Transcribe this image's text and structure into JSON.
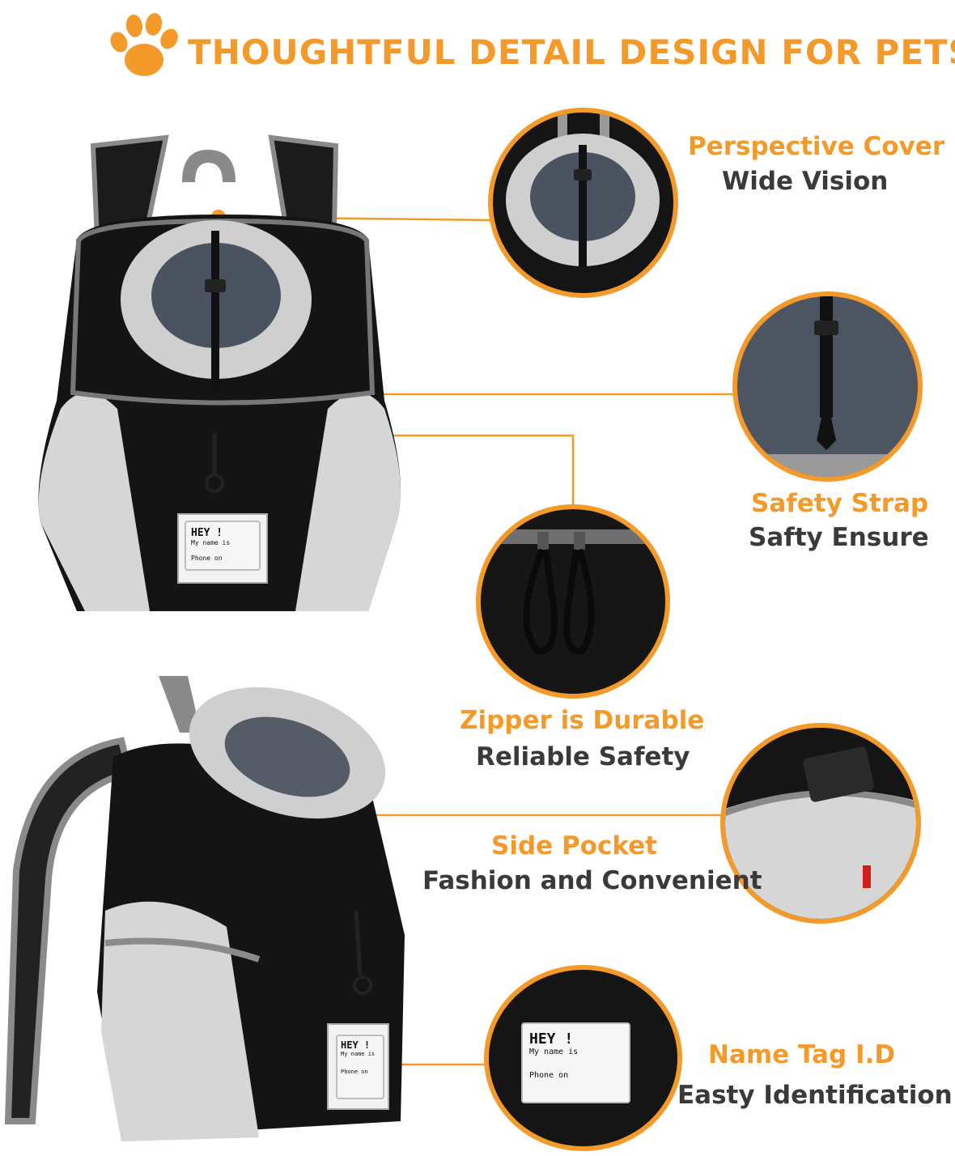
{
  "header": {
    "title": "THOUGHTFUL DETAIL DESIGN FOR PETS",
    "accent_color": "#f39a2b",
    "icon": "paw-icon"
  },
  "features": [
    {
      "title": "Perspective Cover",
      "subtitle": "Wide Vision"
    },
    {
      "title": "Safety Strap",
      "subtitle": "Safty Ensure"
    },
    {
      "title": "Zipper is Durable",
      "subtitle": "Reliable Safety"
    },
    {
      "title": "Side Pocket",
      "subtitle": "Fashion and Convenient"
    },
    {
      "title": "Name Tag I.D",
      "subtitle": "Easty Identification"
    }
  ],
  "name_tag": {
    "hey": "HEY !",
    "name_line": "My name is",
    "phone_line": "Phone on"
  },
  "colors": {
    "accent": "#f39a2b",
    "bag_black": "#141414",
    "mesh_grey": "#d6d6d6",
    "trim_grey": "#8a8a8a"
  }
}
